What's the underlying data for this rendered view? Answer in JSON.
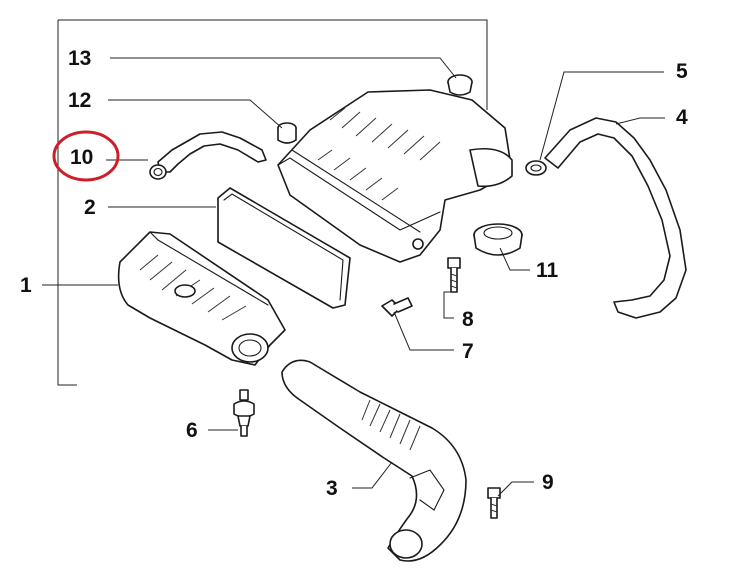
{
  "labels": {
    "p1": "1",
    "p2": "2",
    "p3": "3",
    "p4": "4",
    "p5": "5",
    "p6": "6",
    "p7": "7",
    "p8": "8",
    "p9": "9",
    "p10": "10",
    "p11": "11",
    "p12": "12",
    "p13": "13"
  },
  "highlight": {
    "part": "10",
    "color": "#cc1f2a"
  },
  "colors": {
    "line": "#1a1a1a",
    "background": "#ffffff"
  }
}
